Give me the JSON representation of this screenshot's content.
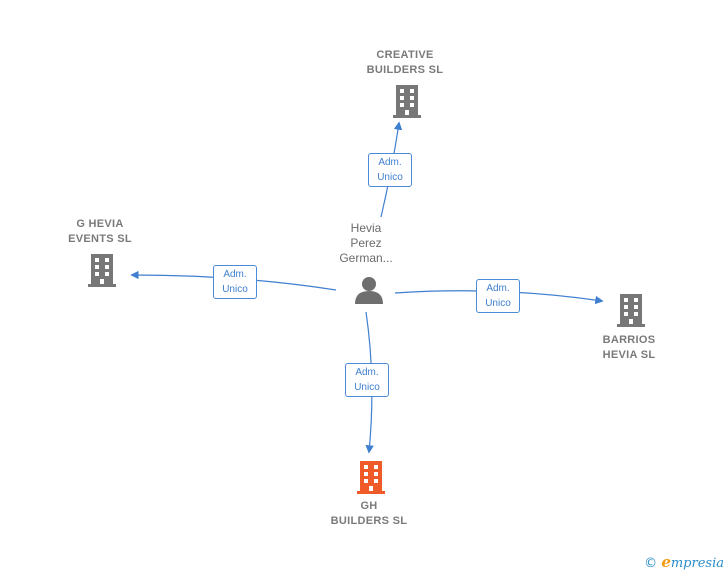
{
  "person": {
    "lines": [
      "Hevia",
      "Perez",
      "German..."
    ],
    "icon": "person-icon",
    "color": "#6f6f6f"
  },
  "companies": [
    {
      "id": "creative",
      "lines": [
        "CREATIVE",
        "BUILDERS  SL"
      ],
      "icon": "building-icon",
      "color": "#777777"
    },
    {
      "id": "ghevia",
      "lines": [
        "G HEVIA",
        "EVENTS  SL"
      ],
      "icon": "building-icon",
      "color": "#777777"
    },
    {
      "id": "barrios",
      "lines": [
        "BARRIOS",
        "HEVIA  SL"
      ],
      "icon": "building-icon",
      "color": "#777777"
    },
    {
      "id": "gh",
      "lines": [
        "GH",
        "BUILDERS  SL"
      ],
      "icon": "building-icon",
      "color": "#f05a28"
    }
  ],
  "edges": [
    {
      "to": "creative",
      "lines": [
        "Adm.",
        "Unico"
      ]
    },
    {
      "to": "ghevia",
      "lines": [
        "Adm.",
        "Unico"
      ]
    },
    {
      "to": "barrios",
      "lines": [
        "Adm.",
        "Unico"
      ]
    },
    {
      "to": "gh",
      "lines": [
        "Adm.",
        "Unico"
      ]
    }
  ],
  "edge_color": "#3f7fcf",
  "footer": {
    "copyright": "©",
    "brand_first": "e",
    "brand_rest": "mpresia"
  }
}
